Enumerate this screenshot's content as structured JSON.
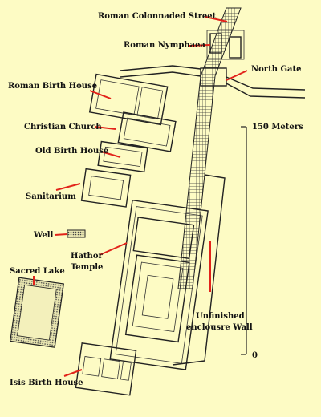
{
  "map": {
    "colors": {
      "background": "#fdfbc4",
      "leader": "#e2231a",
      "ink": "#222222"
    },
    "labels": {
      "roman_colonnaded_street": "Roman Colonnaded Street",
      "roman_nymphaea": "Roman Nymphaea",
      "north_gate": "North Gate",
      "roman_birth_house": "Roman Birth House",
      "christian_church": "Christian Church",
      "old_birth_house": "Old Birth House",
      "sanitarium": "Sanitarium",
      "well": "Well",
      "hathor_temple_line1": "Hathor",
      "hathor_temple_line2": "Temple",
      "sacred_lake": "Sacred Lake",
      "unfinished_wall_line1": "Unfinished",
      "unfinished_wall_line2": "enclousre Wall",
      "isis_birth_house": "Isis Birth House"
    },
    "scale_bar": {
      "top_label": "150 Meters",
      "bottom_label": "0"
    }
  }
}
